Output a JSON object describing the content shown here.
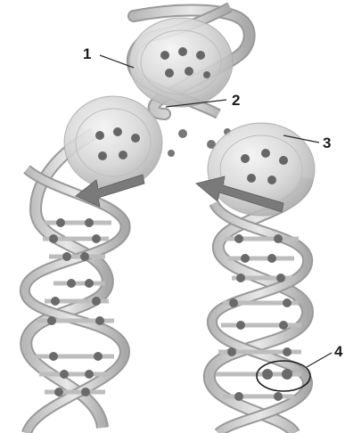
{
  "diagram": {
    "labels": [
      {
        "id": "1",
        "text": "1"
      },
      {
        "id": "2",
        "text": "2"
      },
      {
        "id": "3",
        "text": "3"
      },
      {
        "id": "4",
        "text": "4"
      }
    ],
    "colors": {
      "backbone": "#c9c9c9",
      "backbone_edge": "#8f8f8f",
      "base_pair": "#e6e6e6",
      "base_dark": "#6e6e6e",
      "enzyme": "#d4d4d4",
      "enzyme_edge": "#a8a8a8",
      "arrow": "#7a7a7a",
      "background": "#ffffff"
    }
  }
}
